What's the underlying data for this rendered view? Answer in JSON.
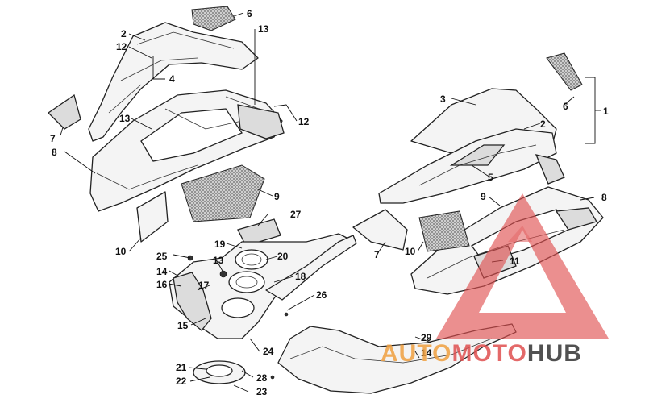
{
  "colors": {
    "watermark_red": "#e05050",
    "watermark_orange": "#f0a040",
    "watermark_dark": "#333333",
    "ink": "#111111"
  },
  "callouts": [
    {
      "id": "c1",
      "text": "1"
    },
    {
      "id": "c2a",
      "text": "2"
    },
    {
      "id": "c2b",
      "text": "2"
    },
    {
      "id": "c3",
      "text": "3"
    },
    {
      "id": "c4",
      "text": "4"
    },
    {
      "id": "c5",
      "text": "5"
    },
    {
      "id": "c6a",
      "text": "6"
    },
    {
      "id": "c6b",
      "text": "6"
    },
    {
      "id": "c7a",
      "text": "7"
    },
    {
      "id": "c7b",
      "text": "7"
    },
    {
      "id": "c8a",
      "text": "8"
    },
    {
      "id": "c8b",
      "text": "8"
    },
    {
      "id": "c9a",
      "text": "9"
    },
    {
      "id": "c9b",
      "text": "9"
    },
    {
      "id": "c10a",
      "text": "10"
    },
    {
      "id": "c10b",
      "text": "10"
    },
    {
      "id": "c11",
      "text": "11"
    },
    {
      "id": "c12a",
      "text": "12"
    },
    {
      "id": "c12b",
      "text": "12"
    },
    {
      "id": "c13a",
      "text": "13"
    },
    {
      "id": "c13b",
      "text": "13"
    },
    {
      "id": "c13c",
      "text": "13"
    },
    {
      "id": "c14a",
      "text": "14"
    },
    {
      "id": "c14b",
      "text": "14"
    },
    {
      "id": "c15",
      "text": "15"
    },
    {
      "id": "c16",
      "text": "16"
    },
    {
      "id": "c17",
      "text": "17"
    },
    {
      "id": "c18",
      "text": "18"
    },
    {
      "id": "c19",
      "text": "19"
    },
    {
      "id": "c20",
      "text": "20"
    },
    {
      "id": "c21",
      "text": "21"
    },
    {
      "id": "c22",
      "text": "22"
    },
    {
      "id": "c23",
      "text": "23"
    },
    {
      "id": "c24",
      "text": "24"
    },
    {
      "id": "c25",
      "text": "25"
    },
    {
      "id": "c26",
      "text": "26"
    },
    {
      "id": "c27",
      "text": "27"
    },
    {
      "id": "c28",
      "text": "28"
    },
    {
      "id": "c29",
      "text": "29"
    }
  ],
  "watermark": {
    "part1": "AUTO",
    "part2": "MOTO",
    "part3": "HUB"
  }
}
